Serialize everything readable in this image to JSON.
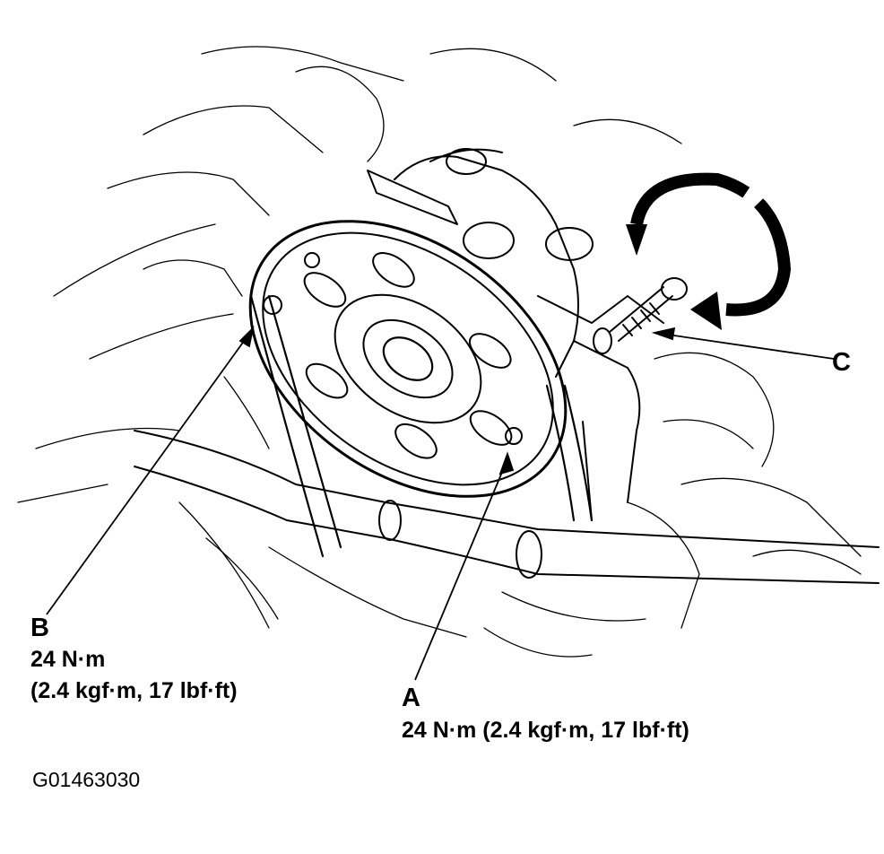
{
  "callouts": {
    "a": {
      "letter": "A",
      "torque": "24 N·m (2.4 kgf·m, 17 lbf·ft)"
    },
    "b": {
      "letter": "B",
      "torque_line1": "24 N·m",
      "torque_line2": "(2.4 kgf·m, 17 lbf·ft)"
    },
    "c": {
      "letter": "C"
    }
  },
  "figure_id": "G01463030",
  "colors": {
    "ink": "#000000",
    "paper": "#ffffff"
  }
}
